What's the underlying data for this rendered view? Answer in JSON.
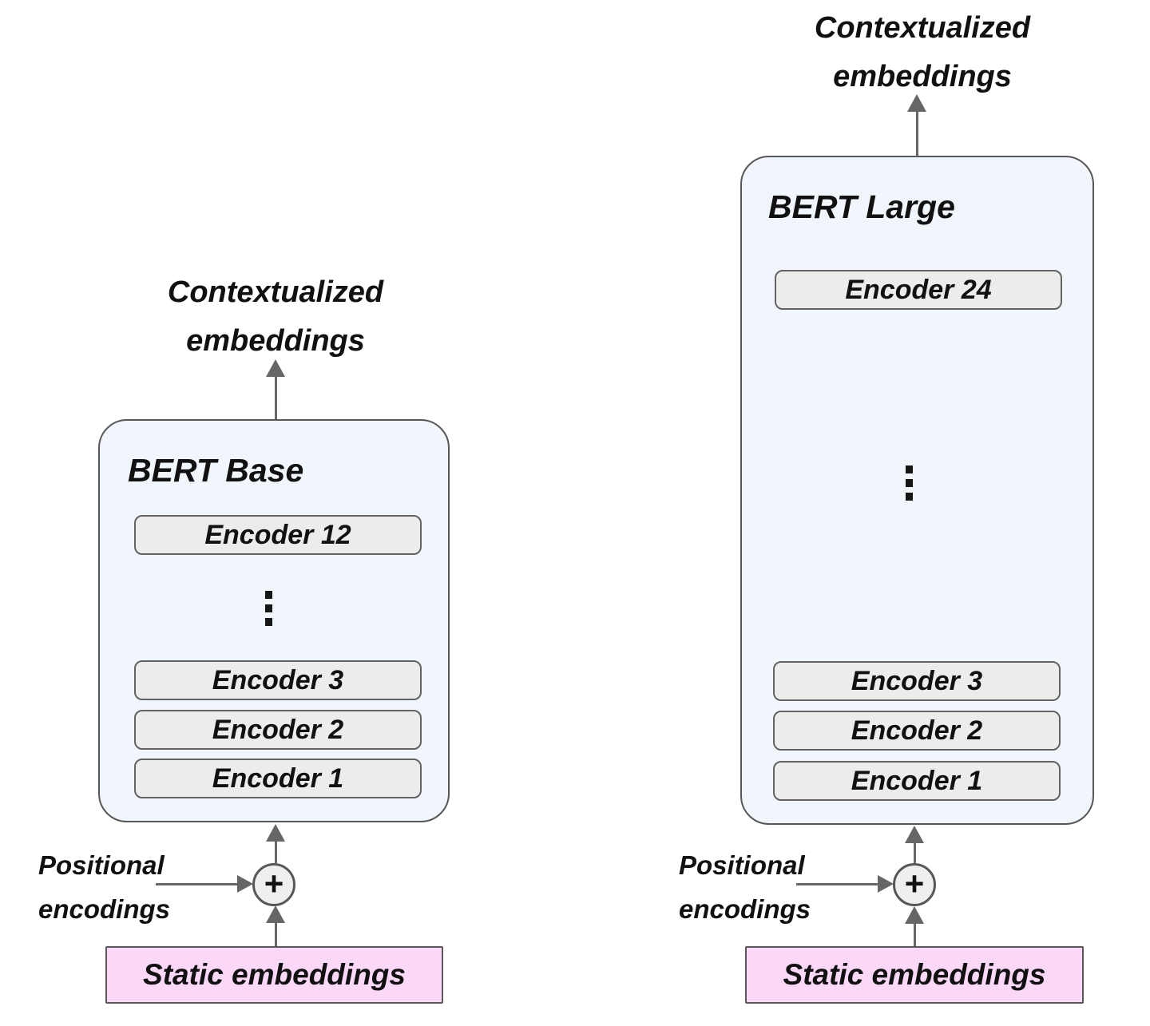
{
  "colors": {
    "panel_fill": "#f1f5fc",
    "panel_border": "#575757",
    "encoder_fill": "#ececec",
    "encoder_border": "#636363",
    "static_fill": "#fbd7f8",
    "arrow": "#666666",
    "text": "#111111"
  },
  "panels": [
    {
      "title": "BERT Base",
      "output_label_line1": "Contextualized",
      "output_label_line2": "embeddings",
      "top_encoder": "Encoder 12",
      "bottom_encoders": [
        "Encoder 3",
        "Encoder 2",
        "Encoder 1"
      ],
      "positional_label_line1": "Positional",
      "positional_label_line2": "encodings",
      "plus_sign": "+",
      "static_label": "Static embeddings"
    },
    {
      "title": "BERT Large",
      "output_label_line1": "Contextualized",
      "output_label_line2": "embeddings",
      "top_encoder": "Encoder 24",
      "bottom_encoders": [
        "Encoder 3",
        "Encoder 2",
        "Encoder 1"
      ],
      "positional_label_line1": "Positional",
      "positional_label_line2": "encodings",
      "plus_sign": "+",
      "static_label": "Static embeddings"
    }
  ]
}
